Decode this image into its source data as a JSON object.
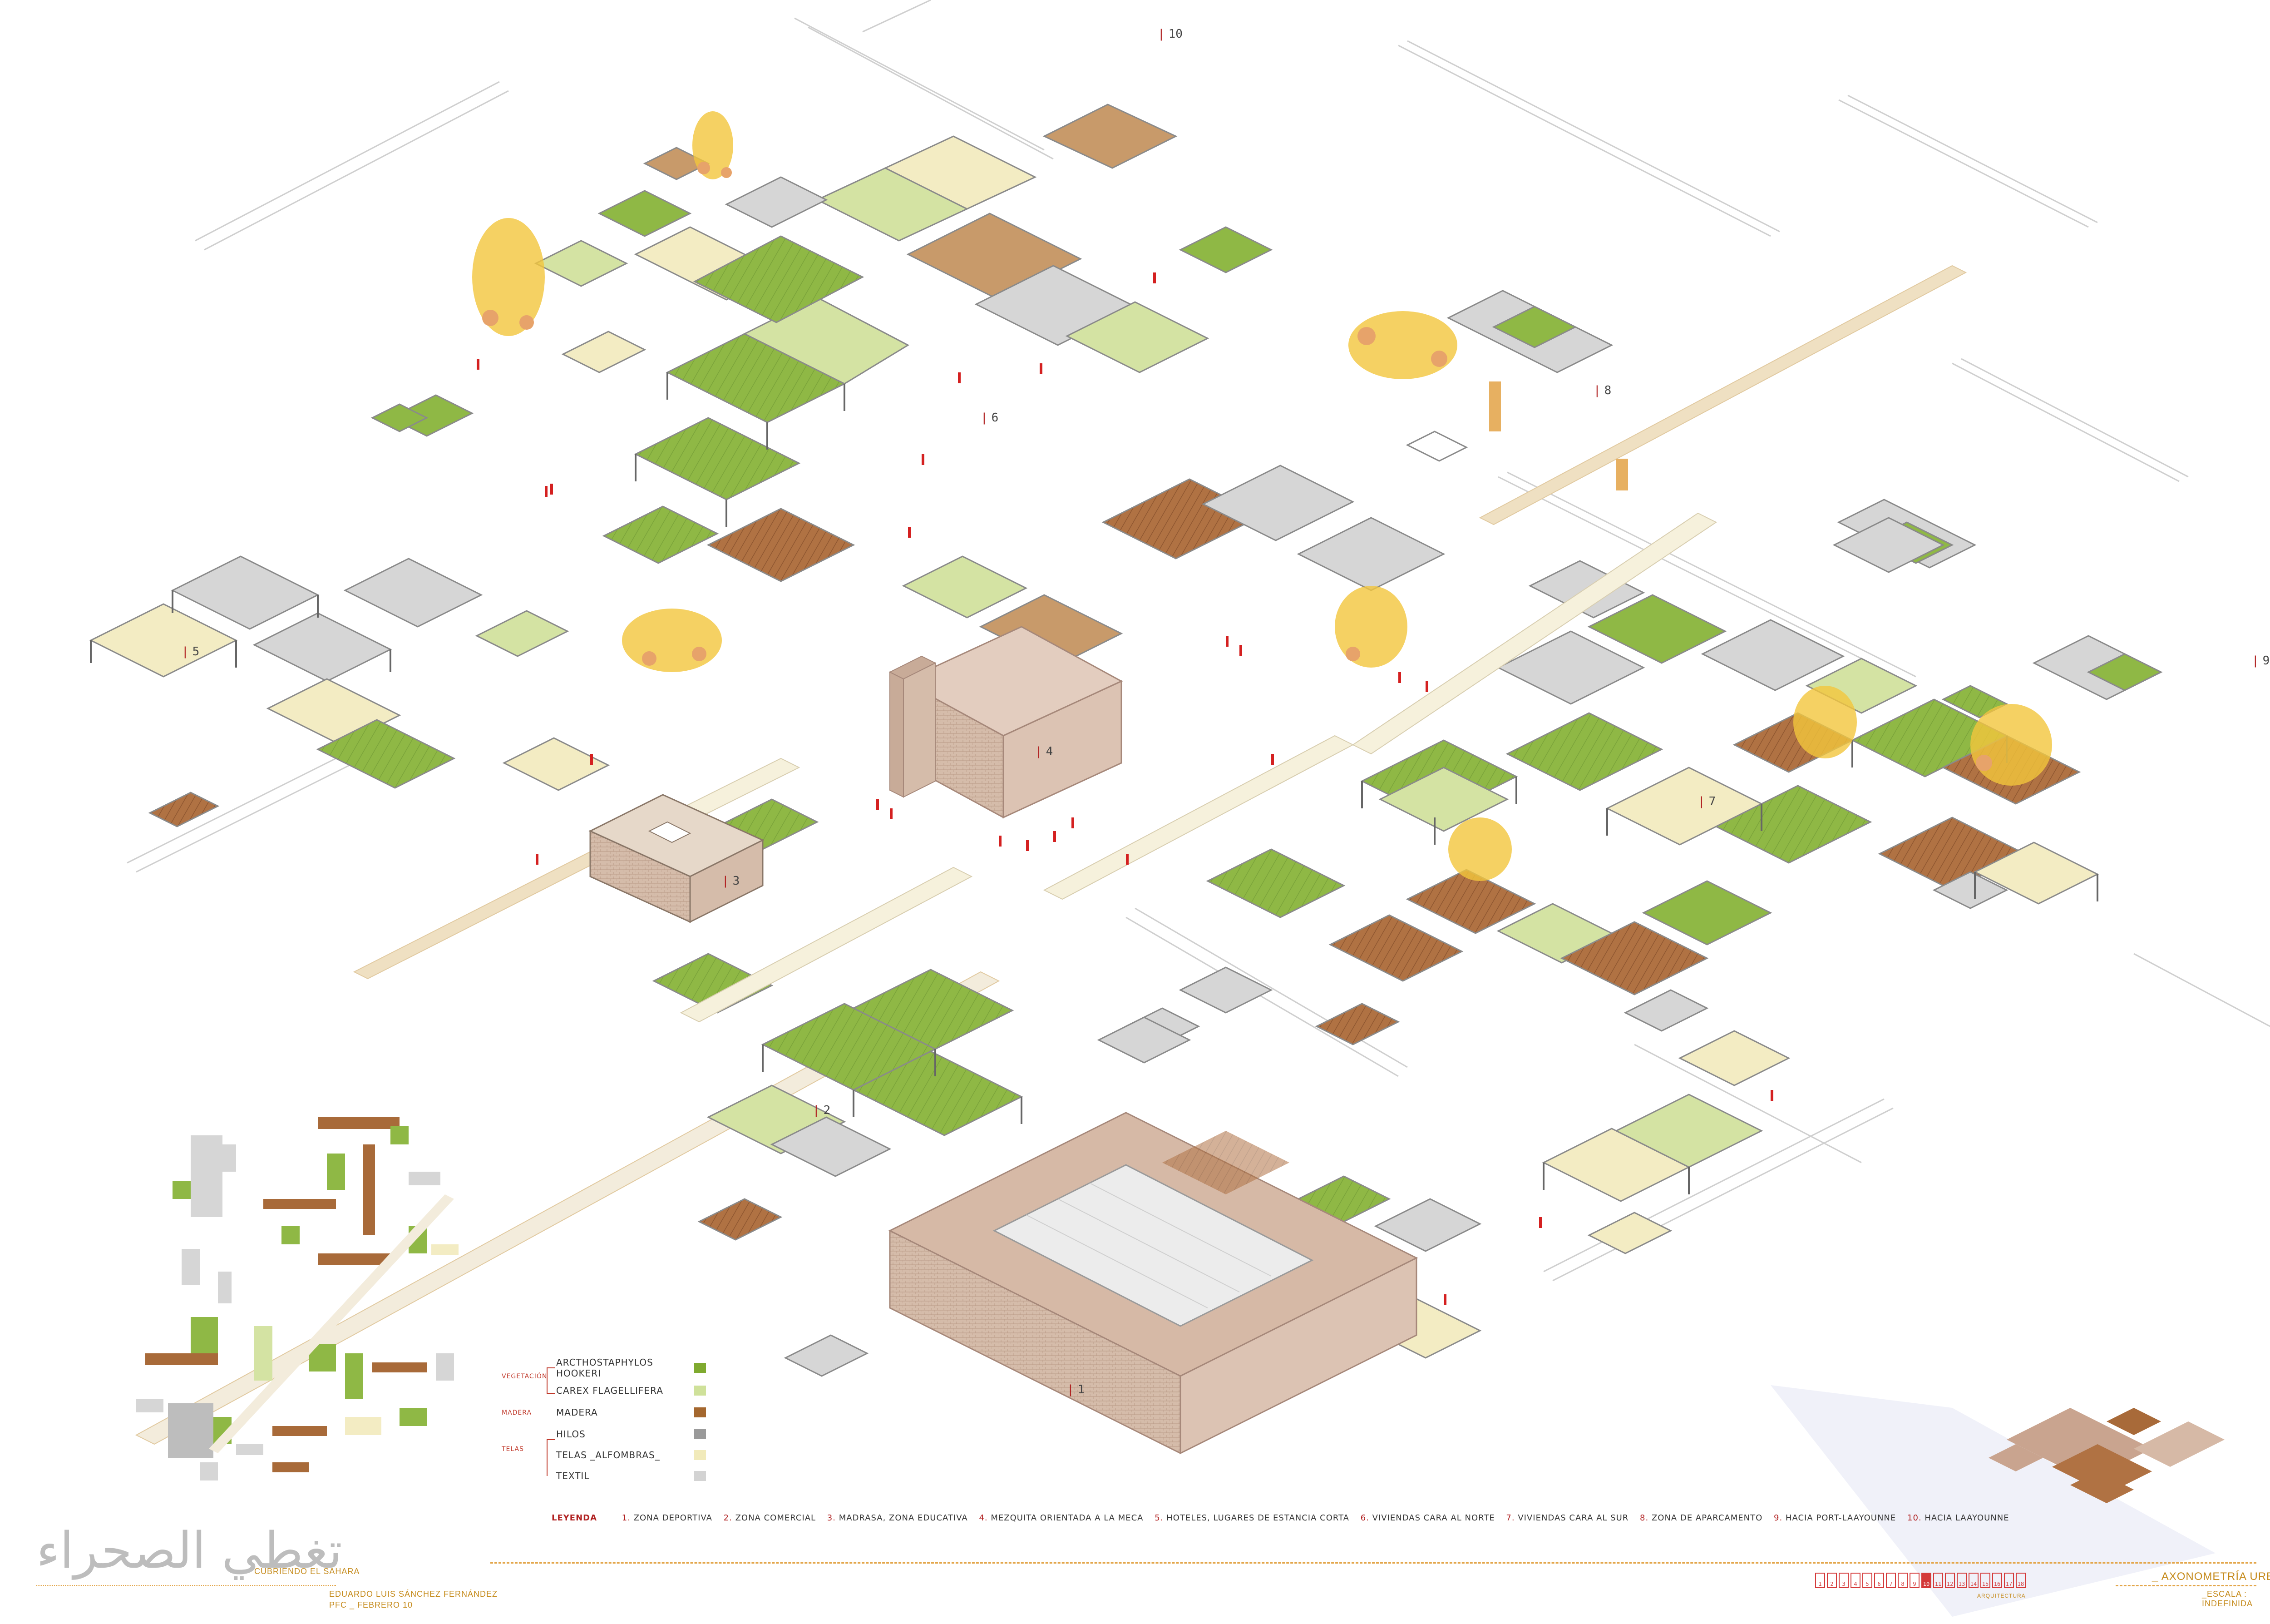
{
  "zones": {
    "z1": "1",
    "z2": "2",
    "z3": "3",
    "z4": "4",
    "z5": "5",
    "z6": "6",
    "z7": "7",
    "z8": "8",
    "z9": "9",
    "z10": "10"
  },
  "materials_legend": {
    "groups": {
      "vegetacion": "VEGETACIÓN",
      "madera": "MADERA",
      "telas": "TELAS"
    },
    "items": [
      {
        "label": "ARCTHOSTAPHYLOS HOOKERI",
        "color": "#7faa2f"
      },
      {
        "label": "CAREX FLAGELLIFERA",
        "color": "#cfe19a"
      },
      {
        "label": "MADERA",
        "color": "#a4672e"
      },
      {
        "label": "HILOS",
        "color": "#9a9a9a"
      },
      {
        "label": "TELAS _ALFOMBRAS_",
        "color": "#f1eaba"
      },
      {
        "label": "TEXTIL",
        "color": "#d3d3d3"
      }
    ]
  },
  "zones_legend": {
    "title": "LEYENDA",
    "items": [
      {
        "num": "1.",
        "text": "ZONA DEPORTIVA"
      },
      {
        "num": "2.",
        "text": "ZONA COMERCIAL"
      },
      {
        "num": "3.",
        "text": "MADRASA, ZONA EDUCATIVA"
      },
      {
        "num": "4.",
        "text": "MEZQUITA ORIENTADA A LA MECA"
      },
      {
        "num": "5.",
        "text": "HOTELES, LUGARES DE ESTANCIA CORTA"
      },
      {
        "num": "6.",
        "text": "VIVIENDAS CARA AL NORTE"
      },
      {
        "num": "7.",
        "text": "VIVIENDAS CARA AL SUR"
      },
      {
        "num": "8.",
        "text": "ZONA DE APARCAMENTO"
      },
      {
        "num": "9.",
        "text": "HACIA PORT-LAAYOUNNE"
      },
      {
        "num": "10.",
        "text": "HACIA LAAYOUNNE"
      }
    ]
  },
  "title_block": {
    "arabic": "تغطي الصحراء",
    "spanish": "CUBRIENDO EL SAHARA",
    "author": "EDUARDO LUIS SÁNCHEZ FERNÁNDEZ",
    "pfc": "PFC _ FEBRERO 10",
    "sheet_title": "_ AXONOMETRÍA URBANA",
    "sheet_scale": "_ESCALA : INDEFINIDA",
    "arq": "ARQUITECTURA",
    "sheet_numbers": [
      "1",
      "2",
      "3",
      "4",
      "5",
      "6",
      "7",
      "8",
      "9",
      "10",
      "11",
      "12",
      "13",
      "14",
      "15",
      "16",
      "17",
      "18"
    ],
    "active_sheet": 10
  },
  "colors": {
    "green": "#8fb845",
    "light_green": "#d4e3a3",
    "wood": "#a86a39",
    "wood_light": "#c89a6a",
    "cream": "#f3ecc3",
    "grey": "#d6d6d6",
    "building": "#d8b9a6",
    "accent_red": "#b02020",
    "accent_orange": "#e3a64a"
  }
}
